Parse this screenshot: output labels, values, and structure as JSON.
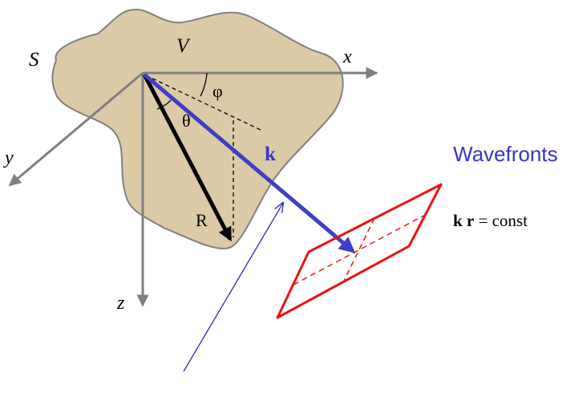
{
  "labels": {
    "surface": "S",
    "volume": "V",
    "axis_x": "x",
    "axis_y": "y",
    "axis_z": "z",
    "angle_phi": "φ",
    "angle_theta": "θ",
    "vector_k": "k",
    "vector_R": "R",
    "wavefronts_title": "Wavefronts",
    "equation_bold": "k r",
    "equation_rest": " = const"
  },
  "colors": {
    "body_fill": "#dccaa6",
    "body_stroke": "#7f7f7f",
    "axis": "#7f7f7f",
    "vector_k": "#3e3ec8",
    "vector_R": "#000000",
    "wavefront": "#ee1111",
    "title_blue": "#3333cc",
    "pointer_line": "#2a2ab8"
  },
  "icons": {
    "axis_arrows": "arrow-head",
    "vector_arrows": "arrow-head"
  }
}
